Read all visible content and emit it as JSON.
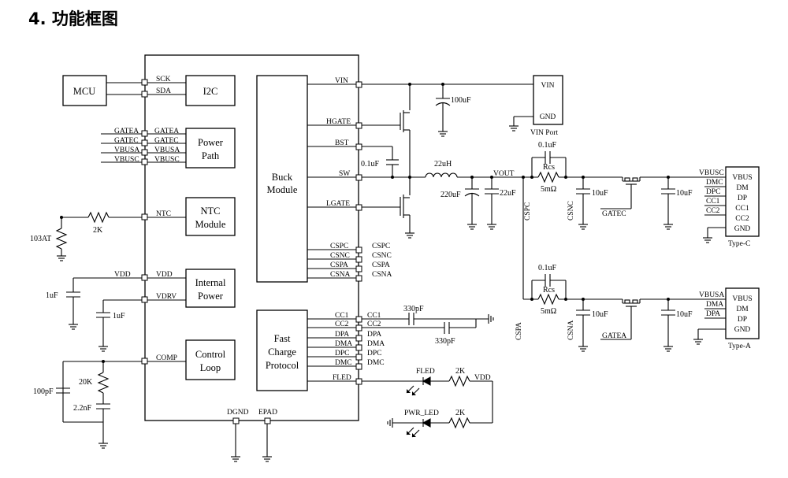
{
  "title": "4. 功能框图",
  "blocks": {
    "mcu": "MCU",
    "i2c": "I2C",
    "power_path": [
      "Power",
      "Path"
    ],
    "ntc_module": [
      "NTC",
      "Module"
    ],
    "internal_power": [
      "Internal",
      "Power"
    ],
    "control_loop": [
      "Control",
      "Loop"
    ],
    "buck_module": [
      "Buck",
      "Module"
    ],
    "fast_charge": [
      "Fast",
      "Charge",
      "Protocol"
    ],
    "vin_port": {
      "vin": "VIN",
      "gnd": "GND",
      "label": "VIN Port"
    },
    "type_c": {
      "pins": [
        "VBUS",
        "DM",
        "DP",
        "CC1",
        "CC2",
        "GND"
      ],
      "label": "Type-C"
    },
    "type_a": {
      "pins": [
        "VBUS",
        "DM",
        "DP",
        "GND"
      ],
      "label": "Type-A"
    }
  },
  "pins": {
    "left": {
      "sck": "SCK",
      "sda": "SDA",
      "gatea": "GATEA",
      "gatec": "GATEC",
      "vbusa": "VBUSA",
      "vbusc": "VBUSC",
      "ntc": "NTC",
      "vdd": "VDD",
      "vdrv": "VDRV",
      "comp": "COMP"
    },
    "right": {
      "vin": "VIN",
      "hgate": "HGATE",
      "bst": "BST",
      "sw": "SW",
      "lgate": "LGATE",
      "cspc": "CSPC",
      "csnc": "CSNC",
      "cspa": "CSPA",
      "csna": "CSNA",
      "cc1": "CC1",
      "cc2": "CC2",
      "dpa": "DPA",
      "dma": "DMA",
      "dpc": "DPC",
      "dmc": "DMC",
      "fled": "FLED"
    },
    "bottom": {
      "dgnd": "DGND",
      "epad": "EPAD"
    }
  },
  "nets": {
    "gatea": "GATEA",
    "gatec": "GATEC",
    "vbusa": "VBUSA",
    "vbusc": "VBUSC",
    "vdd": "VDD",
    "vout": "VOUT",
    "cspc": "CSPC",
    "csnc": "CSNC",
    "cspa": "CSPA",
    "csna": "CSNA",
    "vbusc_r": "VBUSC",
    "dmc": "DMC",
    "dpc": "DPC",
    "cc1": "CC1",
    "cc2": "CC2",
    "vbusa_r": "VBUSA",
    "dma": "DMA",
    "dpa": "DPA",
    "fled": "FLED",
    "pwr_led": "PWR_LED",
    "vdd_led": "VDD"
  },
  "components": {
    "c_vin": "100uF",
    "c_bst": "0.1uF",
    "l1": "22uH",
    "c_out1": "220uF",
    "c_out2": "22uF",
    "c_rcs_c": "0.1uF",
    "rcs_c": "Rcs",
    "rcs_c_val": "5mΩ",
    "c_csnc": "10uF",
    "c_vbusc": "10uF",
    "c_rcs_a": "0.1uF",
    "rcs_a": "Rcs",
    "rcs_a_val": "5mΩ",
    "c_csna": "10uF",
    "c_vbusa": "10uF",
    "r_ntc": "2K",
    "ntc": "103AT",
    "c_vdd": "1uF",
    "c_vdrv": "1uF",
    "r_comp": "20K",
    "c_comp1": "100pF",
    "c_comp2": "2.2nF",
    "c_cc1": "330pF",
    "c_cc2": "330pF",
    "r_fled": "2K",
    "r_pwr": "2K"
  }
}
